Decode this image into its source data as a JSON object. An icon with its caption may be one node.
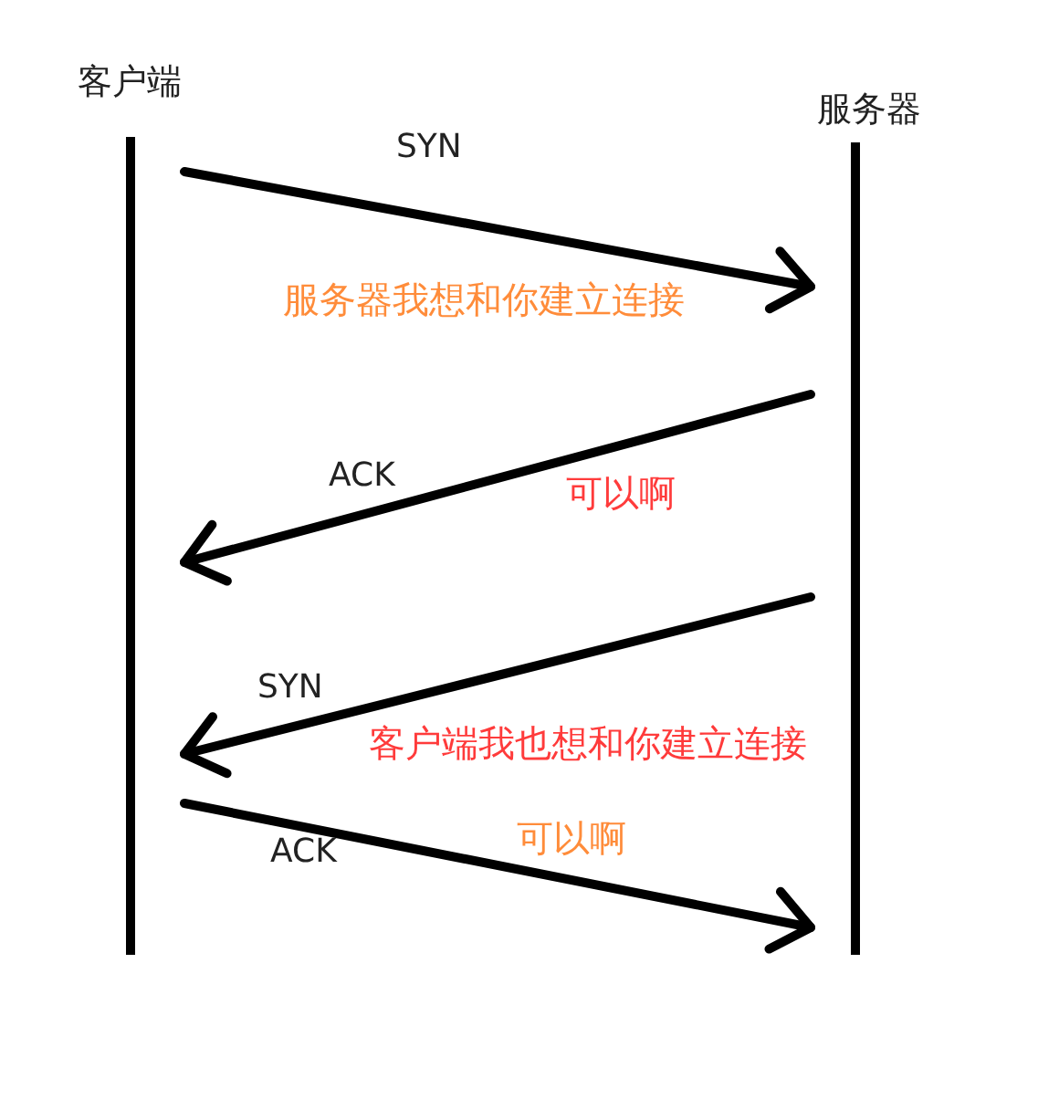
{
  "diagram": {
    "nodes": [
      {
        "text": [
          "客户端"
        ]
      },
      {
        "text": [
          "服务器"
        ]
      }
    ],
    "edges": [
      {
        "from": 0,
        "to": 1,
        "arrow": "to",
        "label": "SYN"
      },
      {
        "from": 1,
        "to": 0,
        "arrow": "to",
        "label": "ACK"
      },
      {
        "from": 1,
        "to": 0,
        "arrow": "to",
        "label": "SYN"
      },
      {
        "from": 0,
        "to": 1,
        "arrow": "to",
        "label": "ACK"
      }
    ],
    "labels": [
      "服务器我想和你建立连接",
      "可以啊",
      "客户端我也想和你建立连接",
      "可以啊"
    ]
  }
}
